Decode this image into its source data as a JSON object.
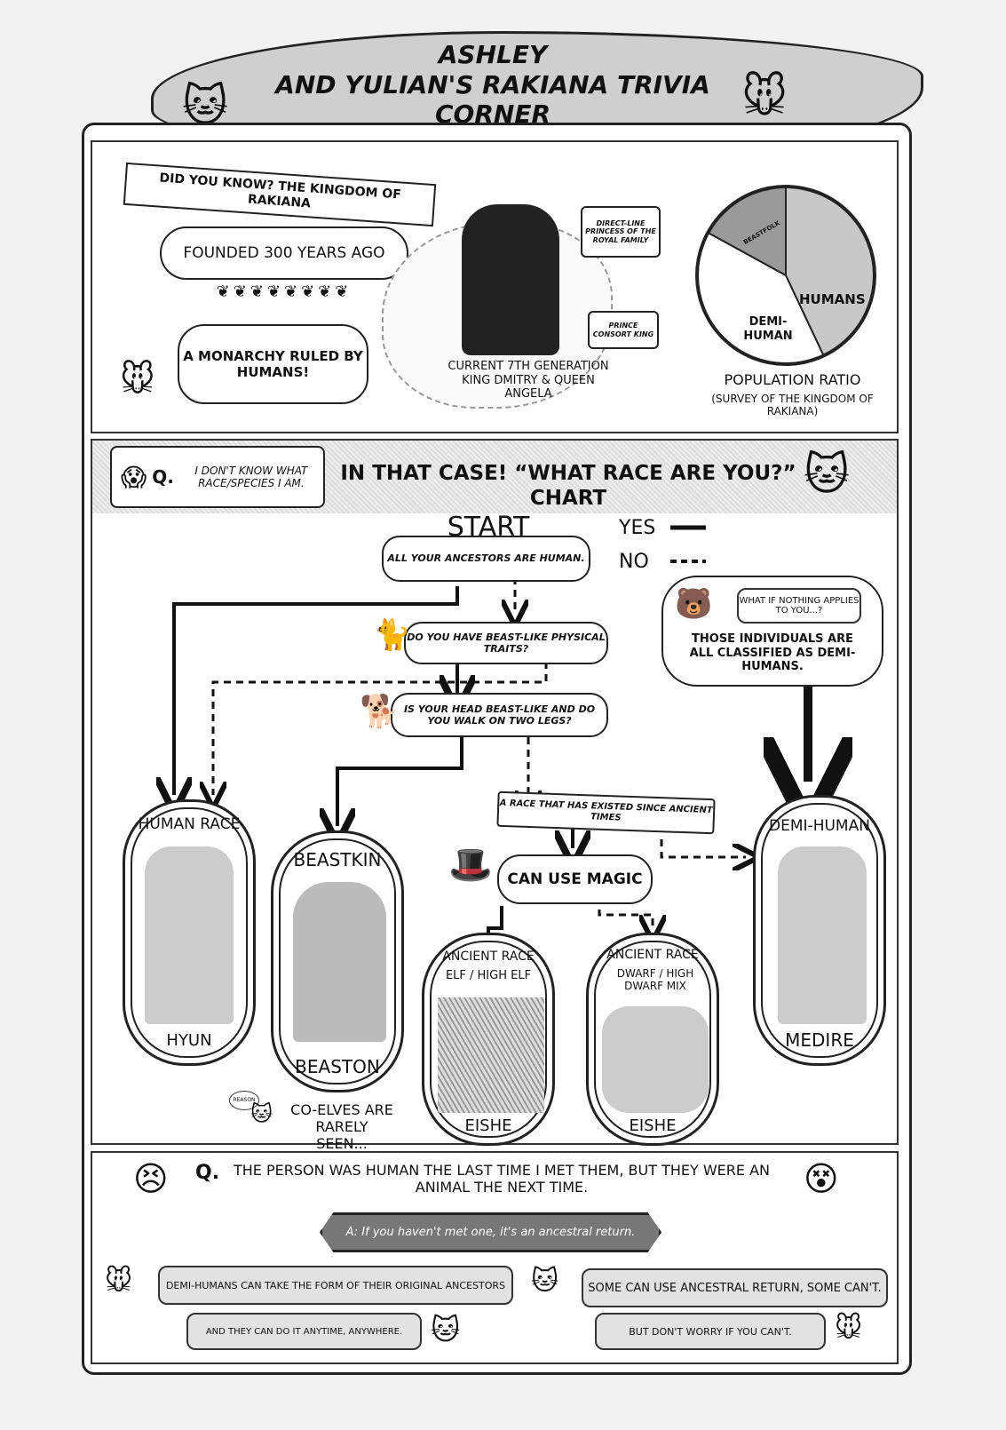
{
  "header": {
    "title_line1": "Ashley",
    "title_line2": "and Yulian's Rakiana Trivia Corner"
  },
  "intro": {
    "banner": "Did you know? The Kingdom of Rakiana",
    "founded": "Founded 300 years ago",
    "monarchy": "A monarchy ruled by humans!",
    "princess_label": "Direct-line princess of the royal family",
    "consort_label": "Prince consort king",
    "rulers_caption": "Current 7th generation King Dmitry & Queen Angela"
  },
  "population": {
    "title": "Population ratio",
    "subtitle": "(Survey of the Kingdom of Rakiana)",
    "slices": [
      {
        "label": "Humans",
        "approx_share": 0.43,
        "color": "#c8c8c8"
      },
      {
        "label": "Demi-human",
        "approx_share": 0.4,
        "color": "#ffffff"
      },
      {
        "label": "Beastfolk",
        "approx_share": 0.17,
        "color": "#9a9a9a"
      }
    ]
  },
  "chart_section": {
    "q_marker": "Q.",
    "question": "I don't know what race/species I am.",
    "title": "In that case! “What race are you?” chart",
    "legend": {
      "yes": "Yes",
      "no": "No"
    },
    "start": "Start",
    "q1": "All your ancestors are human.",
    "q2": "Do you have beast-like physical traits?",
    "q3": "Is your head beast-like and do you walk on two legs?",
    "q4": "A race that has existed since ancient times",
    "q5": "Can use magic",
    "nothing_bubble": "What if nothing applies to you...?",
    "nothing_answer": "Those individuals are all classified as demi-humans.",
    "results": [
      {
        "title": "Human race",
        "name": "Hyun"
      },
      {
        "title": "Beastkin",
        "name": "Beaston"
      },
      {
        "title": "Ancient race",
        "subtitle": "Elf / High elf",
        "name": "Eishe"
      },
      {
        "title": "Ancient race",
        "subtitle": "Dwarf / High dwarf mix",
        "name": "Eishe"
      },
      {
        "title": "Demi-human",
        "name": "Medire"
      }
    ],
    "reason_tag": "Reason",
    "reason": "Co-elves are rarely seen..."
  },
  "bottom": {
    "q_marker": "Q.",
    "question": "The person was human the last time I met them, but they were an animal the next time.",
    "answer": "A: If you haven't met one, it's an ancestral return.",
    "bubbles": [
      "Demi-humans can take the form of their original ancestors",
      "Some can use ancestral return, some can't.",
      "And they can do it anytime, anywhere.",
      "But don't worry if you can't."
    ]
  }
}
